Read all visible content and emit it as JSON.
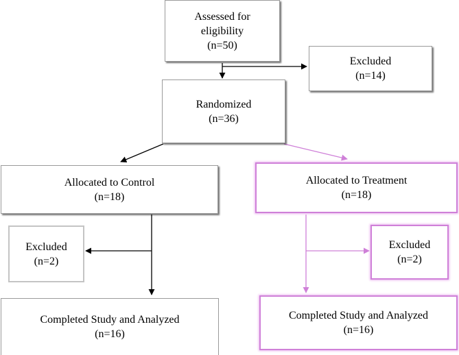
{
  "colors": {
    "control_line": "#000000",
    "treatment_line": "#cf80d8",
    "box_border": "#9a9a9a",
    "treatment_border": "#cf80d8"
  },
  "assessed": {
    "line1": "Assessed for",
    "line2": "eligibility",
    "count": "(n=50)"
  },
  "excluded_top": {
    "label": "Excluded",
    "count": "(n=14)"
  },
  "randomized": {
    "label": "Randomized",
    "count": "(n=36)"
  },
  "control": {
    "allocated": {
      "label": "Allocated to Control",
      "count": "(n=18)"
    },
    "excluded": {
      "label": "Excluded",
      "count": "(n=2)"
    },
    "completed": {
      "label": "Completed Study and Analyzed",
      "count": "(n=16)"
    }
  },
  "treatment": {
    "allocated": {
      "label": "Allocated to Treatment",
      "count": "(n=18)"
    },
    "excluded": {
      "label": "Excluded",
      "count": "(n=2)"
    },
    "completed": {
      "label": "Completed Study and Analyzed",
      "count": "(n=16)"
    }
  }
}
